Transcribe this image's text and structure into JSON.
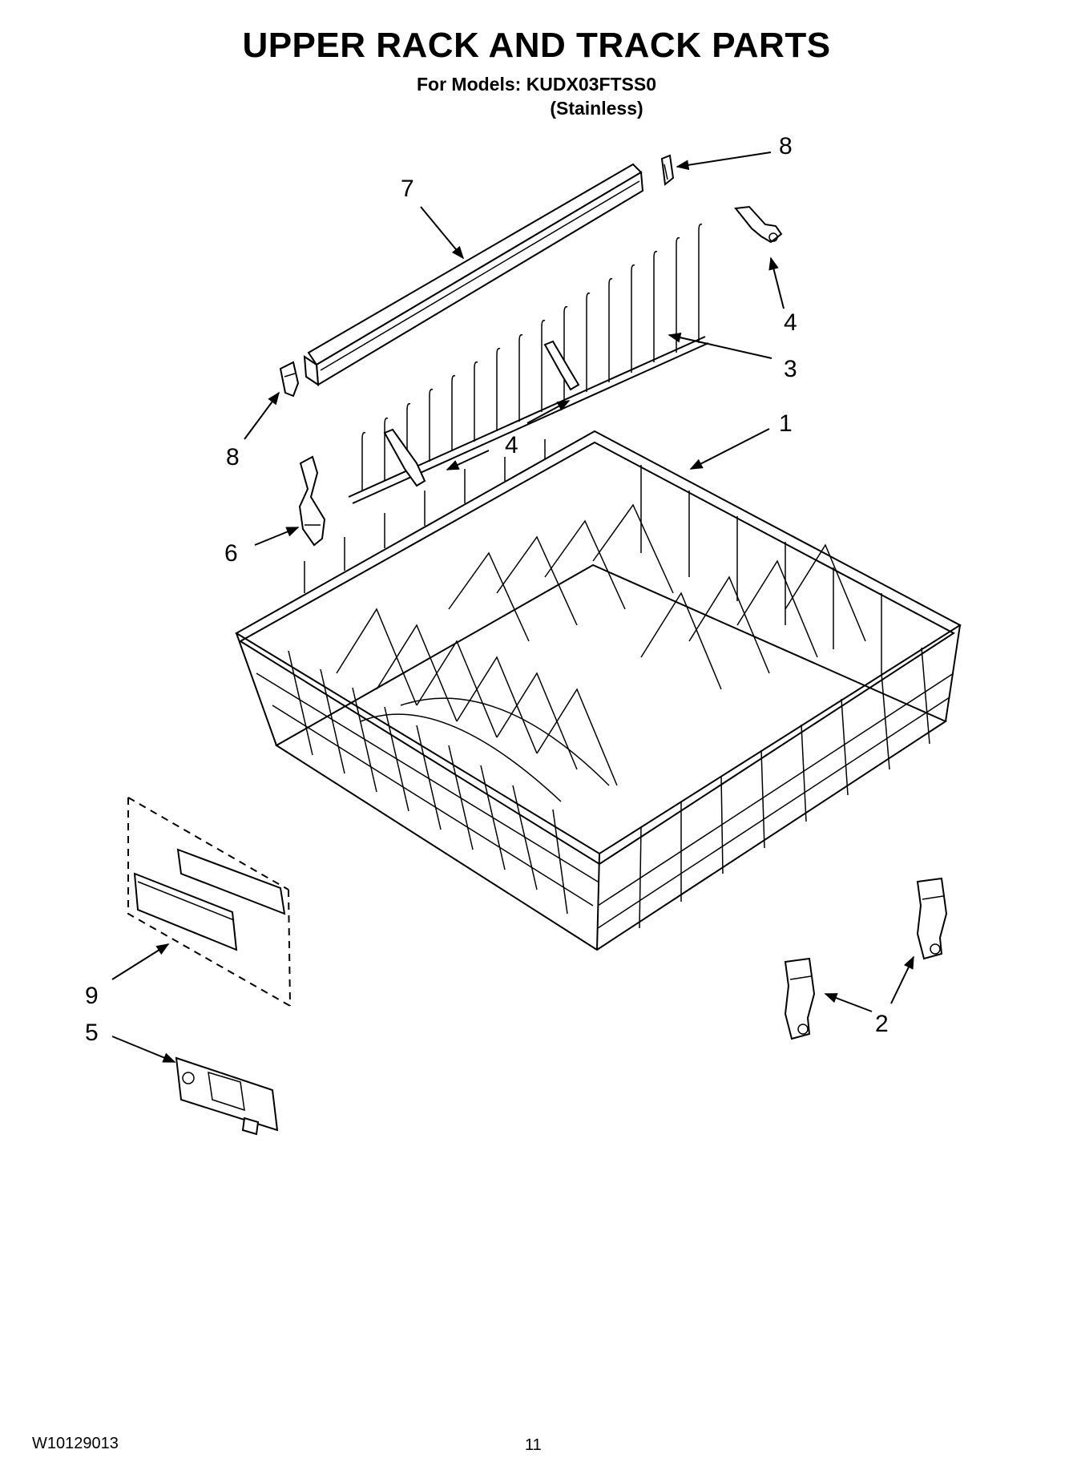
{
  "header": {
    "title": "UPPER RACK AND TRACK PARTS",
    "models_line": "For Models: KUDX03FTSS0",
    "finish": "(Stainless)"
  },
  "callouts": {
    "c1": "1",
    "c2": "2",
    "c3": "3",
    "c4a": "4",
    "c4b": "4",
    "c5": "5",
    "c6": "6",
    "c7": "7",
    "c8a": "8",
    "c8b": "8",
    "c9": "9"
  },
  "footer": {
    "doc_number": "W10129013",
    "page_number": "11"
  }
}
